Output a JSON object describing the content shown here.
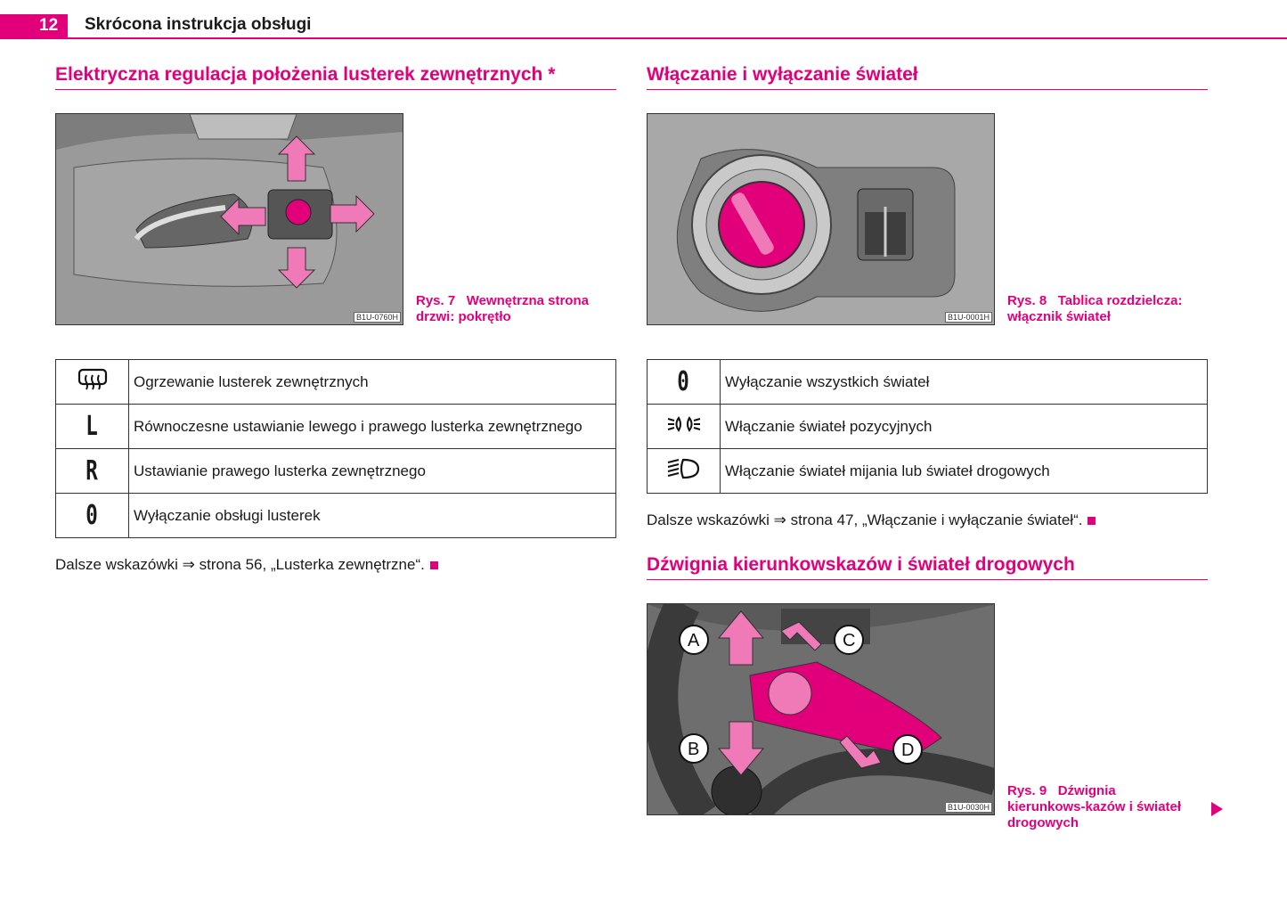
{
  "header": {
    "page_number": "12",
    "title": "Skrócona instrukcja obsługi"
  },
  "left": {
    "heading": "Elektryczna regulacja położenia lusterek zewnętrznych *",
    "figure": {
      "code": "B1U-0760H",
      "caption_label": "Rys. 7",
      "caption_text": "Wewnętrzna strona drzwi: pokrętło"
    },
    "table": [
      {
        "symbol": "defrost-icon",
        "text": "Ogrzewanie lusterek zewnętrznych"
      },
      {
        "symbol": "L",
        "text": "Równoczesne ustawianie lewego i prawego lusterka zewnętrznego"
      },
      {
        "symbol": "R",
        "text": "Ustawianie prawego lusterka zewnętrznego"
      },
      {
        "symbol": "0",
        "text": "Wyłączanie obsługi lusterek"
      }
    ],
    "note": "Dalsze wskazówki ⇒ strona 56, „Lusterka zewnętrzne“."
  },
  "right": {
    "heading1": "Włączanie i wyłączanie świateł",
    "figure8": {
      "code": "B1U-0001H",
      "caption_label": "Rys. 8",
      "caption_text": "Tablica rozdzielcza: włącznik świateł"
    },
    "table": [
      {
        "symbol": "0",
        "text": "Wyłączanie wszystkich świateł"
      },
      {
        "symbol": "parking-light-icon",
        "text": "Włączanie świateł pozycyjnych"
      },
      {
        "symbol": "low-beam-icon",
        "text": "Włączanie świateł mijania lub świateł drogowych"
      }
    ],
    "note": "Dalsze wskazówki ⇒ strona 47, „Włączanie i wyłączanie świateł“.",
    "heading2": "Dźwignia kierunkowskazów i świateł drogowych",
    "figure9": {
      "code": "B1U-0030H",
      "caption_label": "Rys. 9",
      "caption_text": "Dźwignia kierunkows-kazów i świateł drogowych",
      "labels": [
        "A",
        "B",
        "C",
        "D"
      ]
    }
  },
  "colors": {
    "accent": "#e2007a"
  }
}
